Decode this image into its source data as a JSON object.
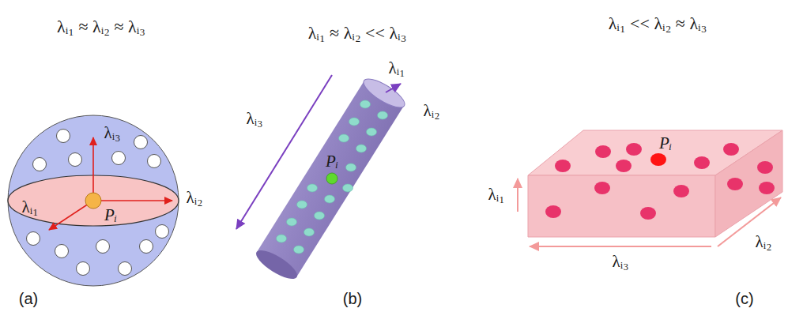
{
  "diagram": {
    "labels": [
      "λᵢ₁ ≈ λᵢ₂ ≈ λᵢ₃",
      "λᵢ₃",
      "λᵢ₂",
      "λᵢ₁",
      "Pᵢ",
      "(a)",
      "λᵢ₁ ≈ λᵢ₂ << λᵢ₃",
      "λᵢ₃",
      "λᵢ₁",
      "λᵢ₂",
      "Pᵢ",
      "(b)",
      "λᵢ₁ << λᵢ₂ ≈ λᵢ₃",
      "Pᵢ",
      "λᵢ₁",
      "λᵢ₂",
      "λᵢ₃",
      "(c)"
    ]
  }
}
